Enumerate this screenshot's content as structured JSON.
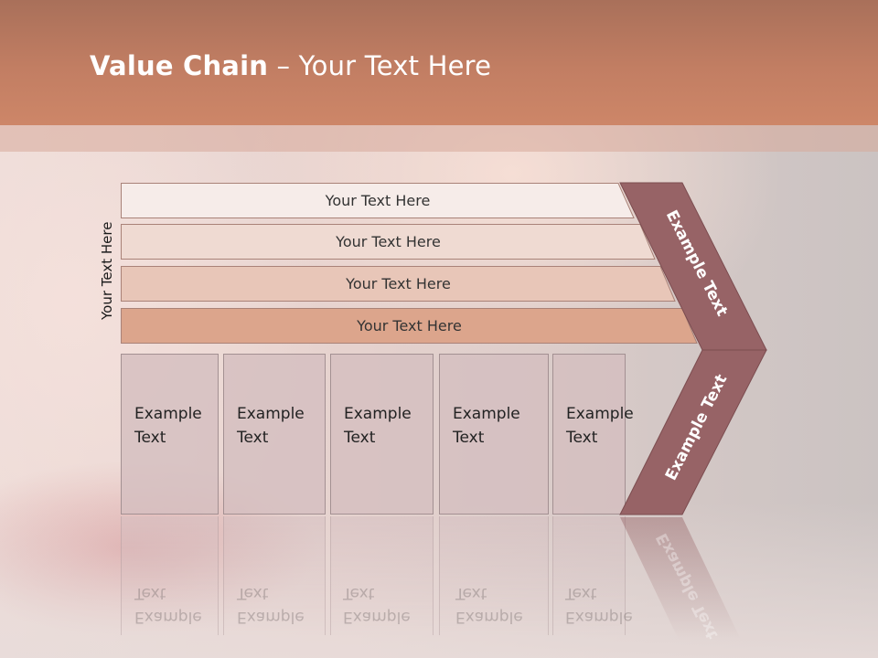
{
  "slide": {
    "title_bold": "Value Chain",
    "title_rest": " – Your Text Here",
    "side_label": "Your Text Here",
    "bars": [
      {
        "label": "Your Text Here",
        "fill": "#f6ece9"
      },
      {
        "label": "Your Text Here",
        "fill": "#efdad2"
      },
      {
        "label": "Your Text Here",
        "fill": "#e8c6b8"
      },
      {
        "label": "Your Text Here",
        "fill": "#dca58c"
      }
    ],
    "boxes": [
      {
        "line1": "Example",
        "line2": "Text"
      },
      {
        "line1": "Example",
        "line2": "Text"
      },
      {
        "line1": "Example",
        "line2": "Text"
      },
      {
        "line1": "Example",
        "line2": "Text"
      },
      {
        "line1": "Example",
        "line2": "Text"
      }
    ],
    "chevron": {
      "upper_label": "Example Text",
      "lower_label": "Example Text",
      "fill": "#976366"
    },
    "colors": {
      "header": "#c27e63",
      "box_fill": "#d4bec0"
    }
  }
}
